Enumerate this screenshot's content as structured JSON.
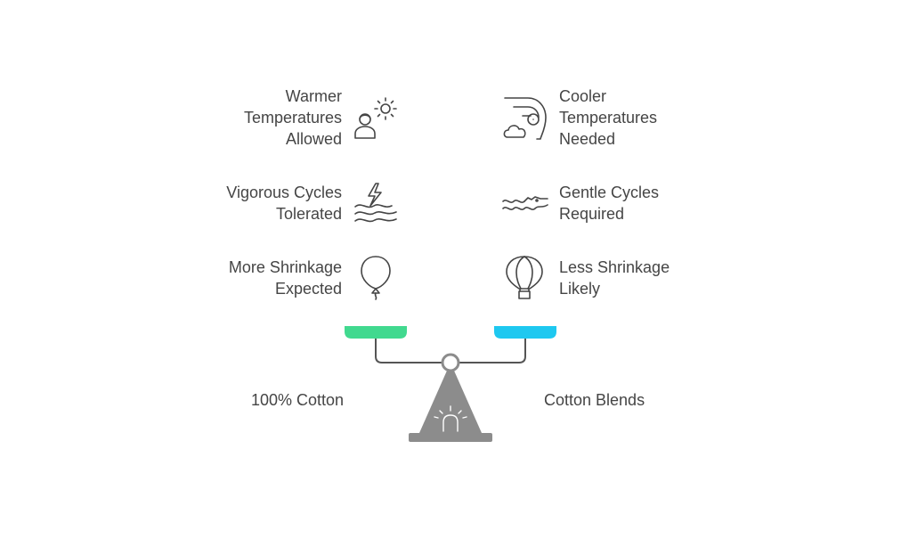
{
  "left_side": {
    "label": "100% Cotton",
    "color": "#41d98f",
    "items": [
      {
        "text": "Warmer\nTemperatures\nAllowed",
        "icon": "person-sun-icon"
      },
      {
        "text": "Vigorous Cycles\nTolerated",
        "icon": "lightning-waves-icon"
      },
      {
        "text": "More Shrinkage\nExpected",
        "icon": "balloon-icon"
      }
    ]
  },
  "right_side": {
    "label": "Cotton Blends",
    "color": "#1ec8f0",
    "items": [
      {
        "text": "Cooler\nTemperatures\nNeeded",
        "icon": "wind-cloud-icon"
      },
      {
        "text": "Gentle Cycles\nRequired",
        "icon": "crocodile-waves-icon"
      },
      {
        "text": "Less Shrinkage\nLikely",
        "icon": "hot-air-balloon-icon"
      }
    ]
  },
  "colors": {
    "text": "#454545",
    "icon_stroke": "#454545",
    "stand": "#8c8c8c",
    "beam": "#555555"
  }
}
